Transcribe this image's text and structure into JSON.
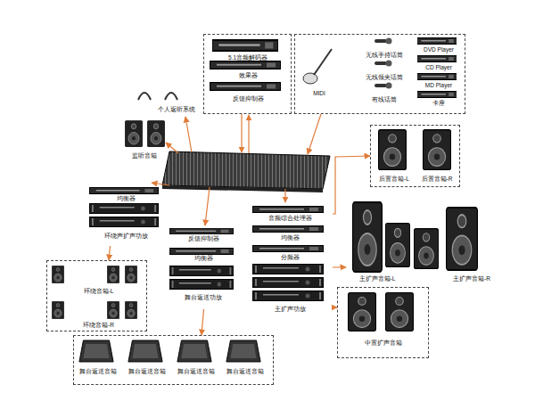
{
  "diagram": {
    "nodes": [
      {
        "text": [
          "5.1音频解码器",
          "效果器",
          "反馈抑制器"
        ]
      },
      {
        "text": [
          "MIDI",
          "无线手持话筒",
          "无线领夹话筒",
          "有线话筒",
          "DVD Player",
          "CD Player",
          "MD Player",
          "卡座"
        ]
      },
      {
        "text": [
          "个人返听系统"
        ]
      },
      {
        "text": [
          "监听音箱"
        ]
      },
      {
        "text": [
          "后置音箱-L",
          "后置音箱-R"
        ]
      },
      {
        "text": [
          "均衡器",
          "环绕声扩声功放"
        ]
      },
      {
        "text": [
          "反馈抑制器",
          "均衡器",
          "舞台返送功放"
        ]
      },
      {
        "text": [
          "音频综合处理器",
          "均衡器",
          "分频器",
          "主扩声功放"
        ]
      },
      {
        "text": [
          "主扩声音箱-L",
          "主扩声音箱-R"
        ]
      },
      {
        "text": [
          "环绕音箱-L",
          "环绕音箱-R"
        ]
      },
      {
        "text": [
          "舞台返送音箱",
          "舞台返送音箱",
          "舞台返送音箱",
          "舞台返送音箱"
        ]
      },
      {
        "text": [
          "中置扩声音箱"
        ]
      }
    ],
    "edges": [
      {
        "from": 5,
        "to": 9,
        "arrow": "to"
      },
      {
        "from": 6,
        "to": 10,
        "arrow": "to"
      },
      {
        "from": 7,
        "to": 4,
        "arrow": "to"
      },
      {
        "from": 7,
        "to": 8,
        "arrow": "to"
      },
      {
        "from": 7,
        "to": 11,
        "arrow": "to"
      }
    ]
  }
}
